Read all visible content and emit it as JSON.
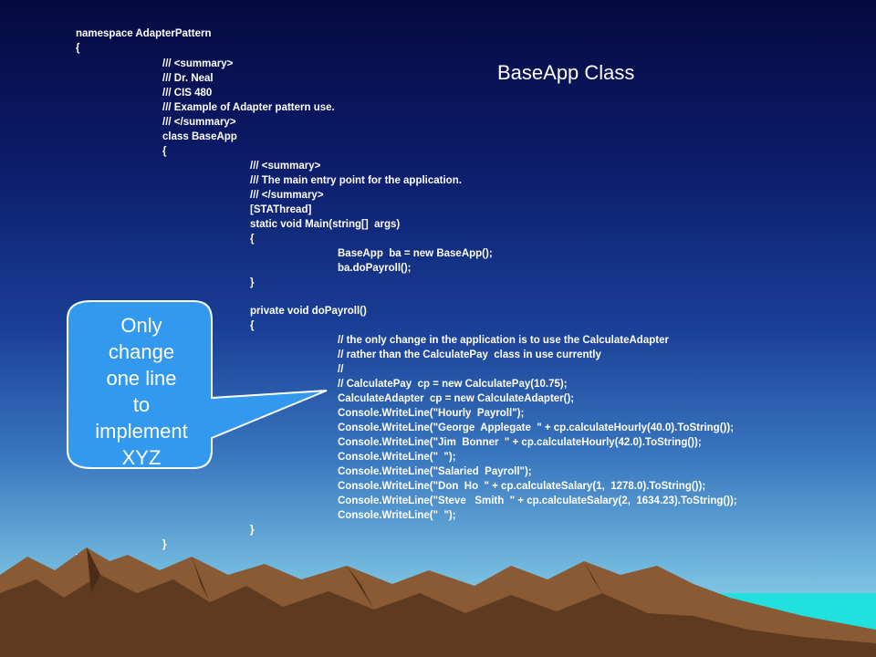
{
  "slide": {
    "title": "BaseApp Class",
    "code_lines": [
      "namespace AdapterPattern",
      "{",
      "/// <summary>",
      "/// Dr. Neal",
      "/// CIS 480",
      "/// Example of Adapter pattern use.",
      "/// </summary>",
      "class BaseApp",
      "{",
      "/// <summary>",
      "/// The main entry point for the application.",
      "/// </summary>",
      "[STAThread]",
      "static void Main(string[]  args)",
      "{",
      "BaseApp  ba = new BaseApp();",
      "ba.doPayroll();",
      "}",
      "private void doPayroll()",
      "{",
      "// the only change in the application is to use the CalculateAdapter",
      "// rather than the CalculatePay  class in use currently",
      "//",
      "// CalculatePay  cp = new CalculatePay(10.75);",
      "CalculateAdapter  cp = new CalculateAdapter();",
      "Console.WriteLine(\"Hourly  Payroll\");",
      "Console.WriteLine(\"George  Applegate  \" + cp.calculateHourly(40.0).ToString());",
      "Console.WriteLine(\"Jim  Bonner  \" + cp.calculateHourly(42.0).ToString());",
      "Console.WriteLine(\"  \");",
      "Console.WriteLine(\"Salaried  Payroll\");",
      "Console.WriteLine(\"Don  Ho  \" + cp.calculateSalary(1,  1278.0).ToString());",
      "Console.WriteLine(\"Steve   Smith  \" + cp.calculateSalary(2,  1634.23).ToString());",
      "Console.WriteLine(\"  \");",
      "}",
      "}",
      "}"
    ],
    "callout_lines": [
      "Only",
      "change",
      "one line",
      "to",
      "implement",
      "XYZ"
    ],
    "colors": {
      "callout_fill": "#3399ee",
      "callout_border": "#ffffff",
      "text": "#ffffff",
      "mountain": "#8a5a35",
      "mountain_dark": "#4a2c18",
      "water": "#22e0e0"
    }
  }
}
